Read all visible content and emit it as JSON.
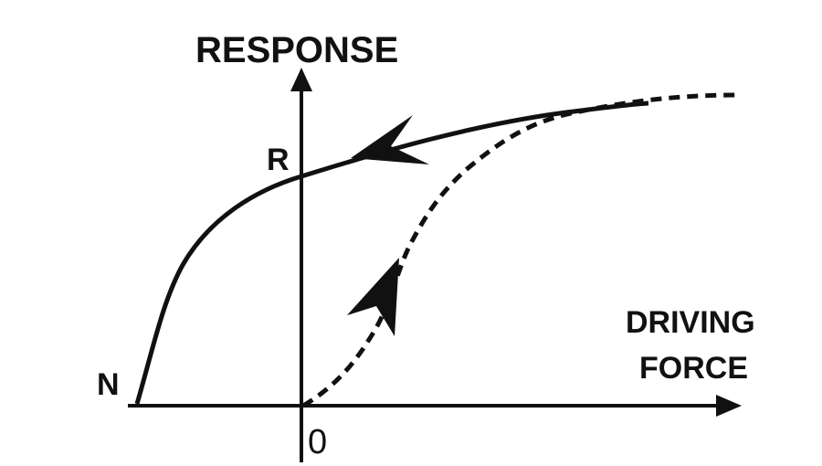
{
  "labels": {
    "y_axis": "RESPONSE",
    "x_axis_line1": "DRIVING",
    "x_axis_line2": "FORCE",
    "point_r": "R",
    "point_n": "N",
    "origin": "0"
  },
  "colors": {
    "ink": "#111111",
    "background": "#ffffff"
  },
  "curves": {
    "solid": "return path (solid) from high driving force back through R to N",
    "dashed": "initial path (dashed) from 0 rising with increasing driving force"
  }
}
